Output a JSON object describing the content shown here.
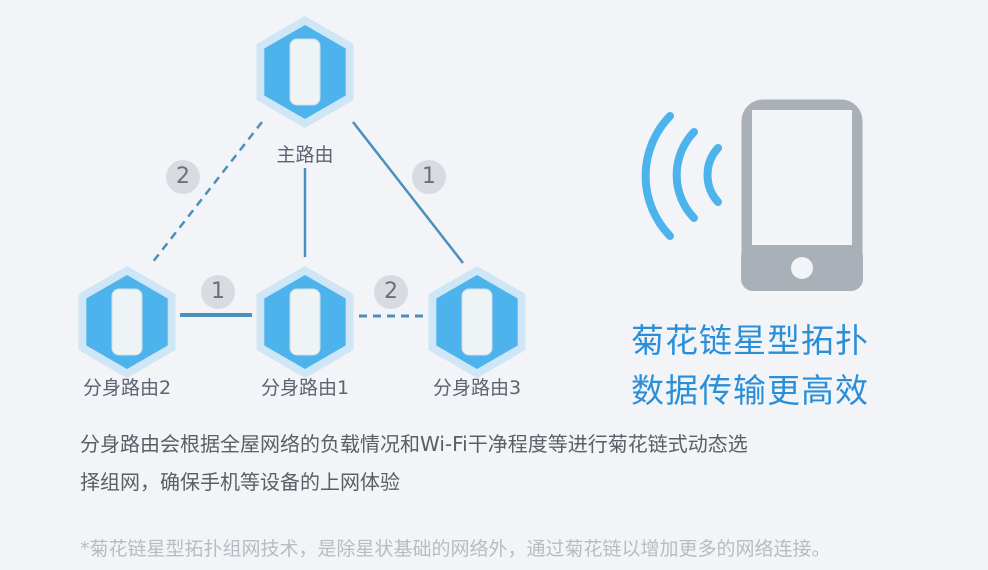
{
  "nodes": {
    "main": "主路由",
    "sub2": "分身路由2",
    "sub1": "分身路由1",
    "sub3": "分身路由3"
  },
  "links": [
    {
      "from": "主路由",
      "to": "分身路由2",
      "priority": "2",
      "style": "dashed"
    },
    {
      "from": "主路由",
      "to": "分身路由3",
      "priority": "1",
      "style": "solid"
    },
    {
      "from": "主路由",
      "to": "分身路由1",
      "style": "solid"
    },
    {
      "from": "分身路由2",
      "to": "分身路由1",
      "priority": "1",
      "style": "solid"
    },
    {
      "from": "分身路由1",
      "to": "分身路由3",
      "priority": "2",
      "style": "dashed"
    }
  ],
  "headline": {
    "line1": "菊花链星型拓扑",
    "line2": "数据传输更高效"
  },
  "description": {
    "line1": "分身路由会根据全屋网络的负载情况和Wi-Fi干净程度等进行菊花链式动态选",
    "line2": "择组网，确保手机等设备的上网体验"
  },
  "footnote": "*菊花链星型拓扑组网技术，是除星状基础的网络外，通过菊花链以增加更多的网络连接。",
  "colors": {
    "accent": "#2b8fd8",
    "hex": "#4db3ec",
    "line": "#4a8fbd",
    "phone": "#a9b0b8"
  }
}
